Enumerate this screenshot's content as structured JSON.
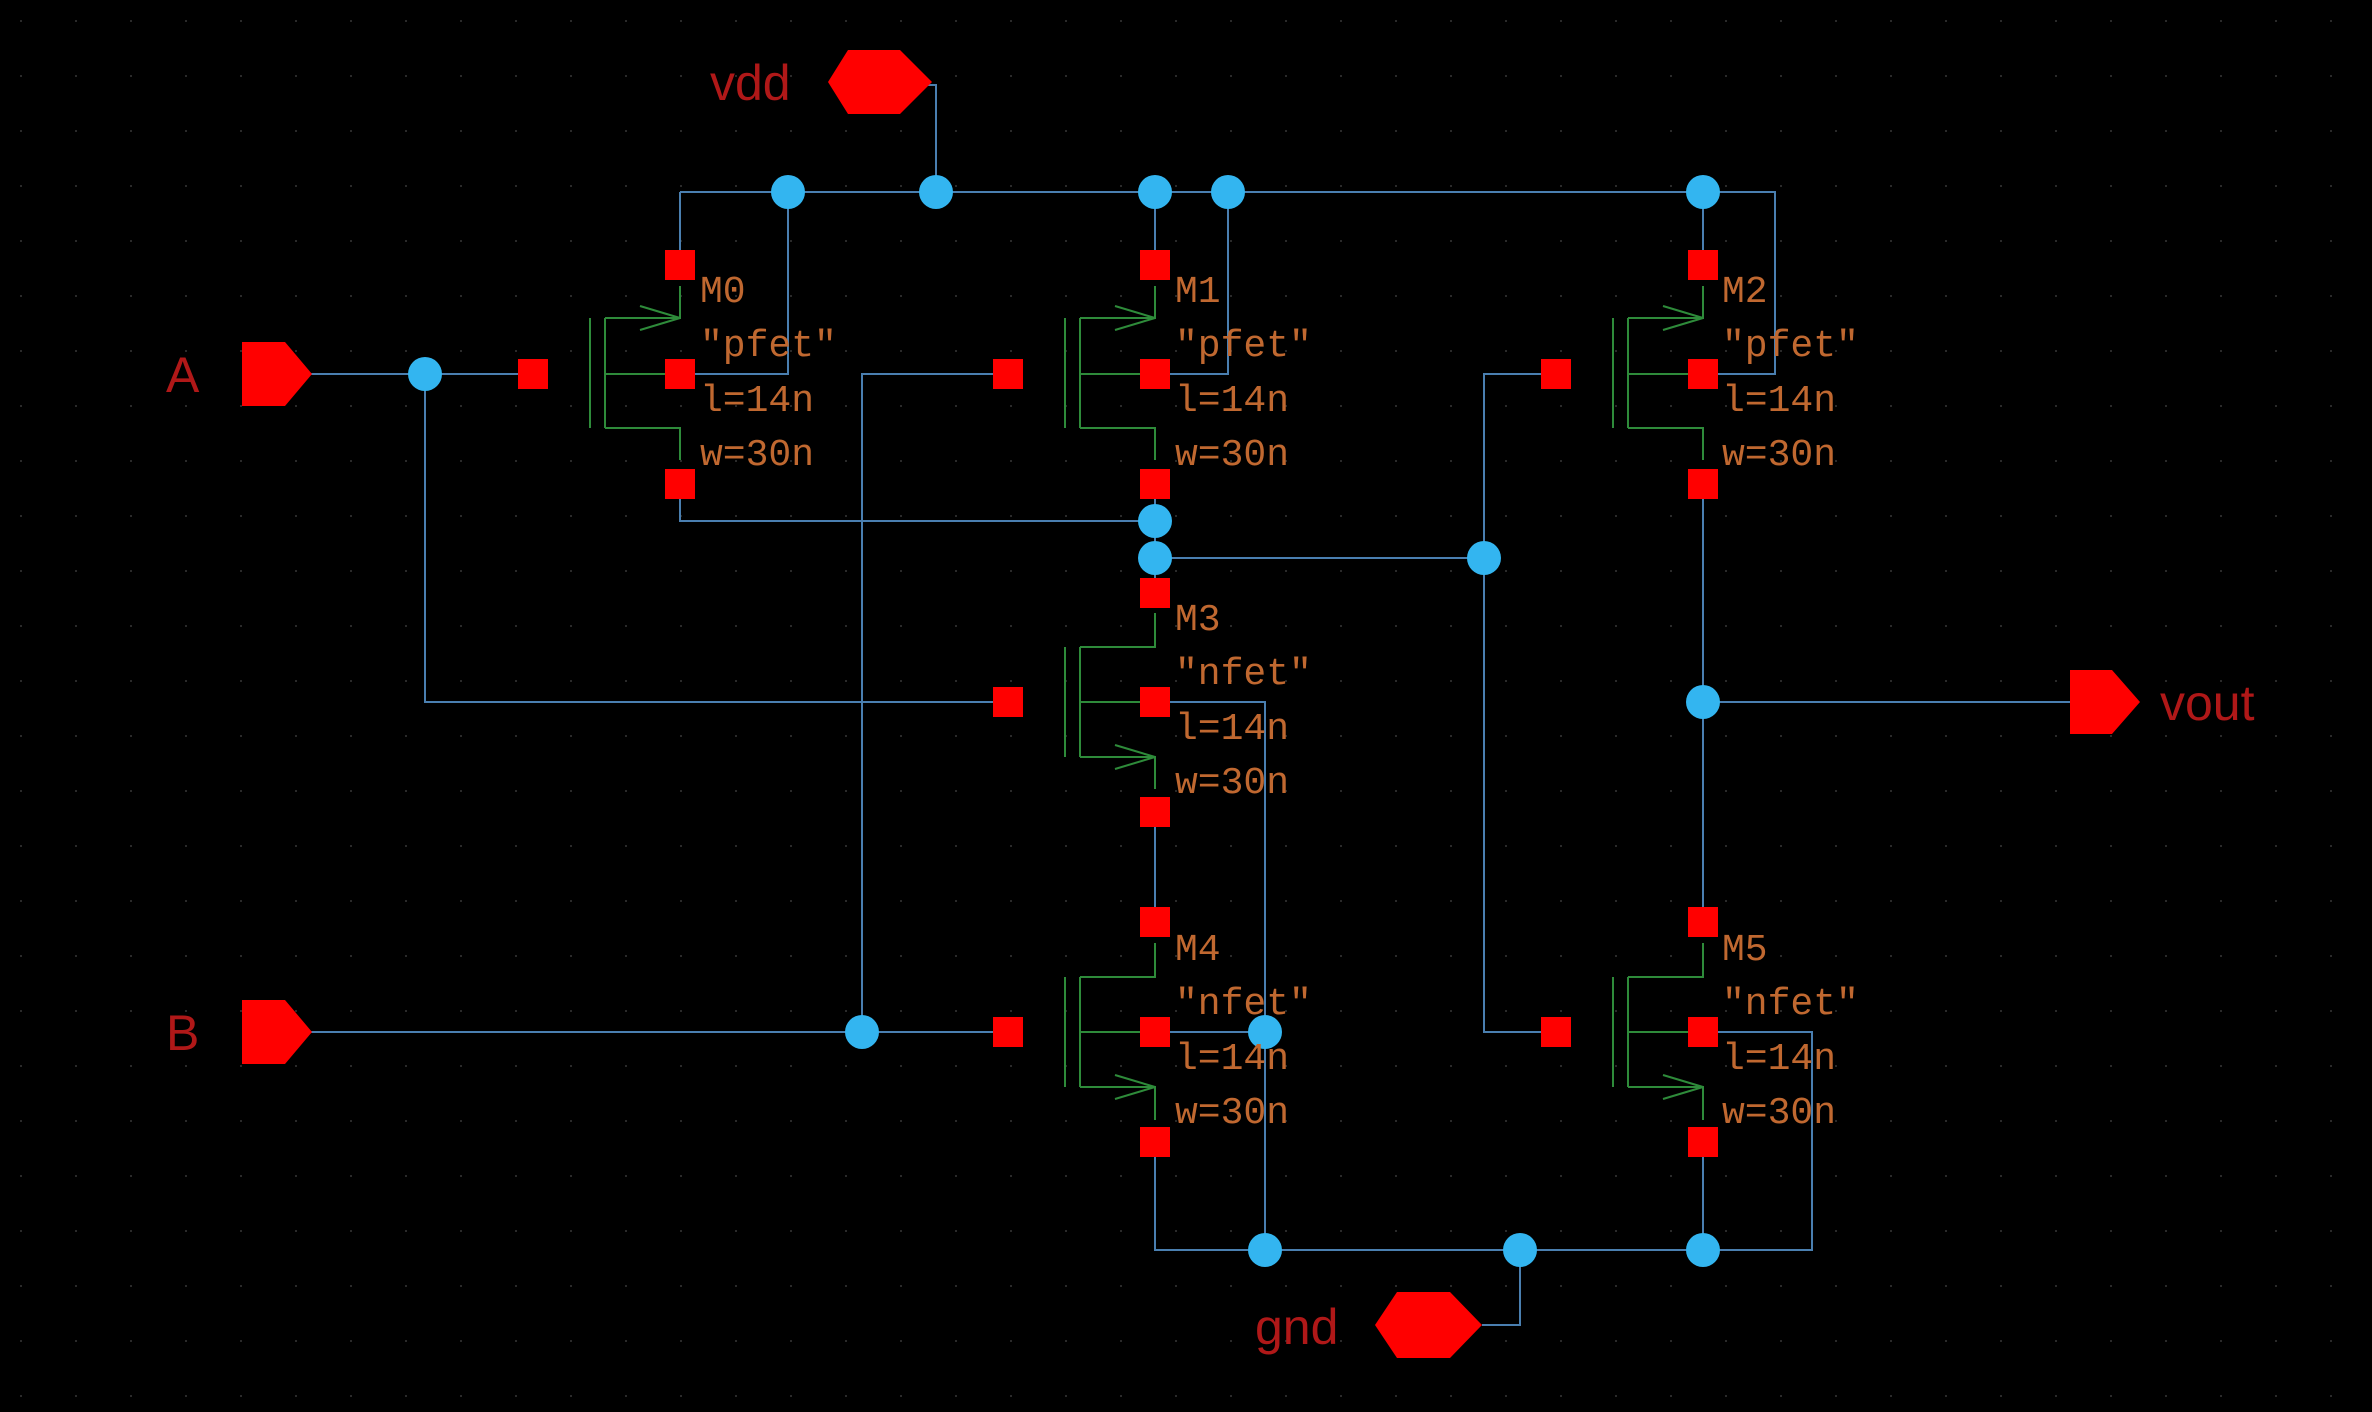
{
  "colors": {
    "background": "#000000",
    "wire": "#4a7fb0",
    "device": "#2e8b3a",
    "junction": "#33b5f0",
    "terminal": "#ff0000",
    "pin": "#ff0000",
    "pin_label": "#b01818",
    "device_label": "#c06830",
    "grid_dot": "#2a2a2a"
  },
  "pins": {
    "vdd": "vdd",
    "gnd": "gnd",
    "A": "A",
    "B": "B",
    "vout": "vout"
  },
  "devices": [
    {
      "id": "m0",
      "name": "M0",
      "model": "\"pfet\"",
      "l": "l=14n",
      "w": "w=30n"
    },
    {
      "id": "m1",
      "name": "M1",
      "model": "\"pfet\"",
      "l": "l=14n",
      "w": "w=30n"
    },
    {
      "id": "m2",
      "name": "M2",
      "model": "\"pfet\"",
      "l": "l=14n",
      "w": "w=30n"
    },
    {
      "id": "m3",
      "name": "M3",
      "model": "\"nfet\"",
      "l": "l=14n",
      "w": "w=30n"
    },
    {
      "id": "m4",
      "name": "M4",
      "model": "\"nfet\"",
      "l": "l=14n",
      "w": "w=30n"
    },
    {
      "id": "m5",
      "name": "M5",
      "model": "\"nfet\"",
      "l": "l=14n",
      "w": "w=30n"
    }
  ]
}
